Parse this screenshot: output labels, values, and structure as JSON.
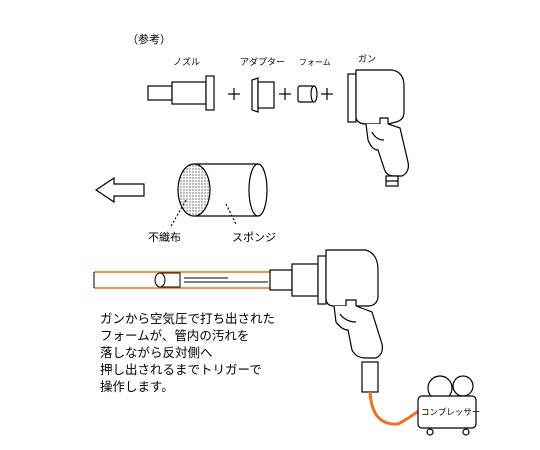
{
  "labels": {
    "reference": "（参考）",
    "nozzle": "ノズル",
    "adapter": "アダプター",
    "foam": "フォーム",
    "gun": "ガン",
    "plus": "+",
    "nonwoven": "不織布",
    "sponge": "スポンジ",
    "compressor": "コンプレッサー"
  },
  "description": [
    "ガンから空気圧で打ち出された",
    "フォームが、管内の汚れを",
    "落しながら反対側へ",
    "押し出されるまでトリガーで",
    "操作します。"
  ],
  "colors": {
    "hose": "#f07020",
    "line": "#000000"
  }
}
